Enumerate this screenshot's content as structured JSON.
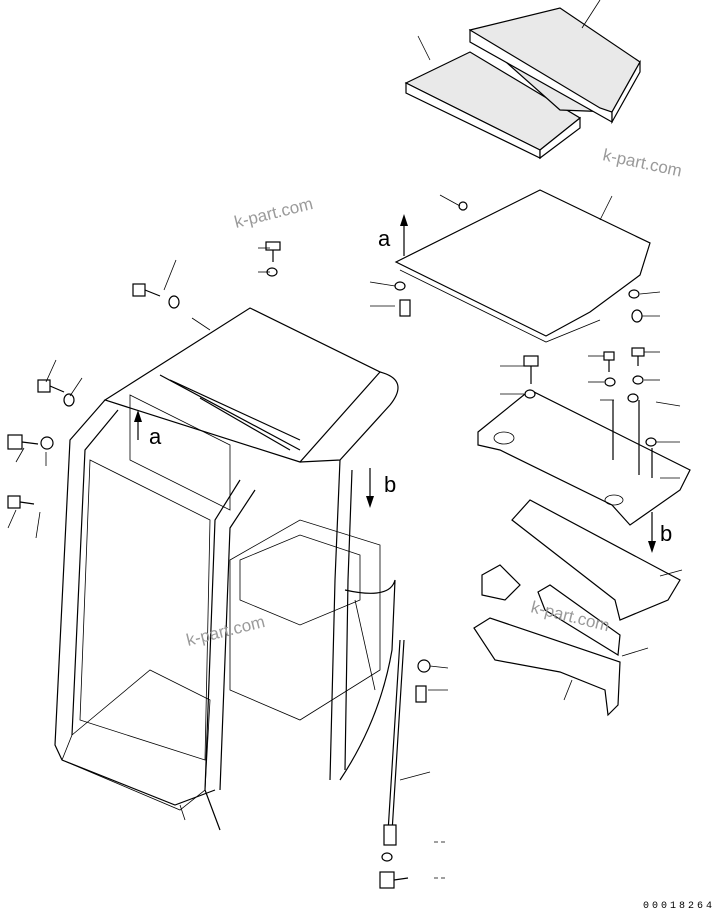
{
  "diagram": {
    "view_labels": [
      "a",
      "a",
      "b",
      "b"
    ],
    "watermarks": [
      "k-part.com",
      "k-part.com",
      "k-part.com",
      "k-part.com"
    ],
    "reference_number": "00018264"
  }
}
